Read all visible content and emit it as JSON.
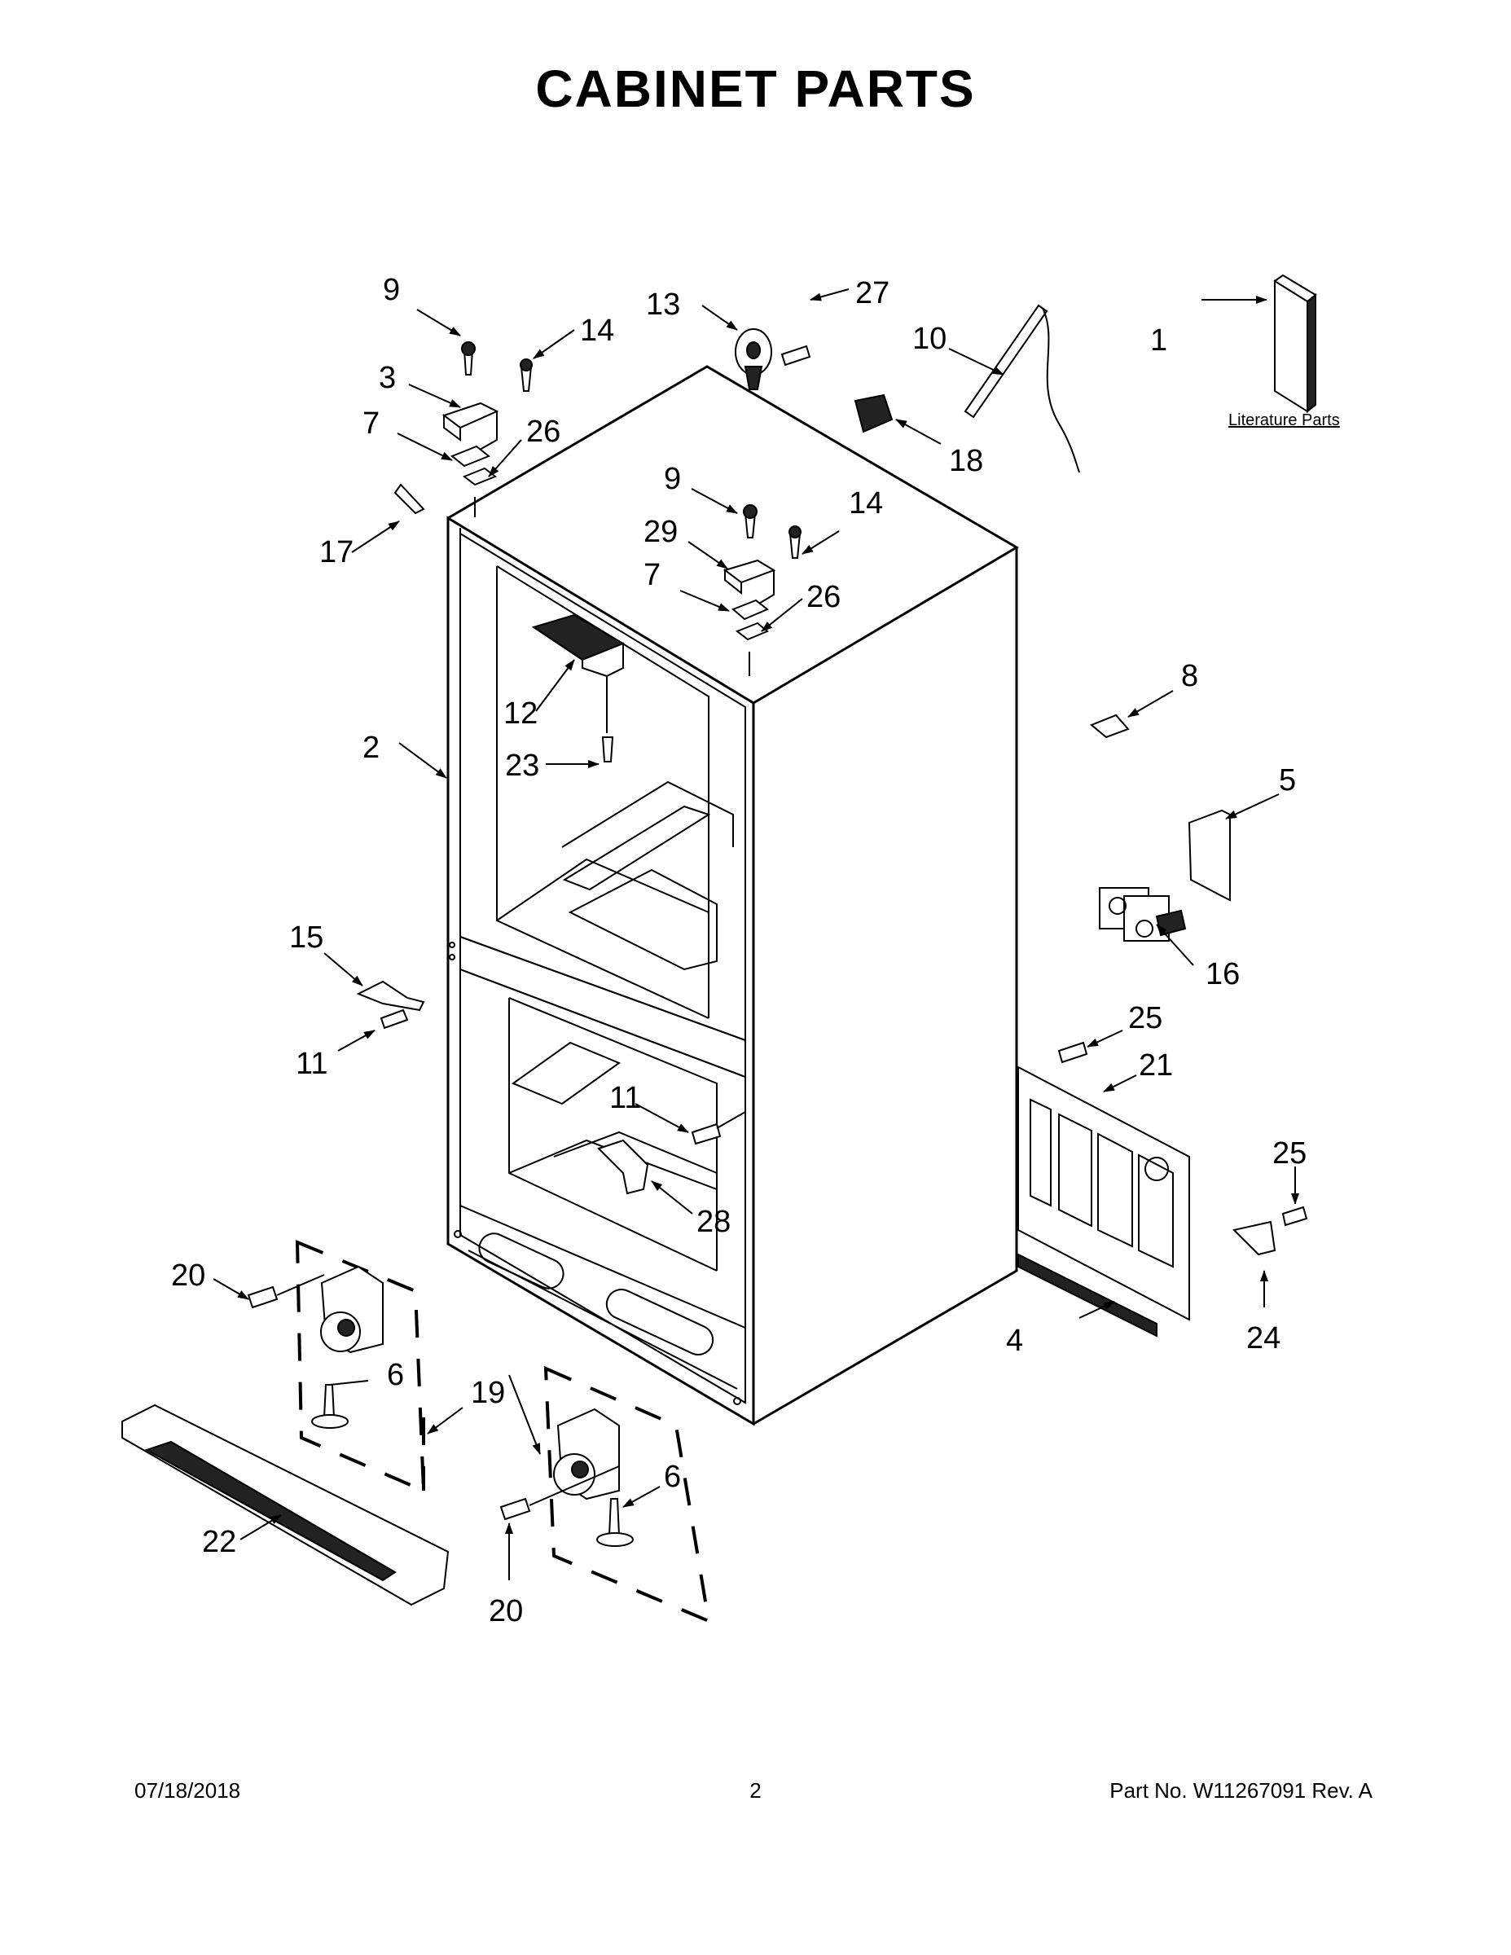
{
  "title": "CABINET PARTS",
  "literature_label": "Literature Parts",
  "callouts": [
    {
      "id": "c1",
      "label": "1"
    },
    {
      "id": "c2",
      "label": "2"
    },
    {
      "id": "c3",
      "label": "3"
    },
    {
      "id": "c4",
      "label": "4"
    },
    {
      "id": "c5",
      "label": "5"
    },
    {
      "id": "c6a",
      "label": "6"
    },
    {
      "id": "c6b",
      "label": "6"
    },
    {
      "id": "c7a",
      "label": "7"
    },
    {
      "id": "c7b",
      "label": "7"
    },
    {
      "id": "c8",
      "label": "8"
    },
    {
      "id": "c9a",
      "label": "9"
    },
    {
      "id": "c9b",
      "label": "9"
    },
    {
      "id": "c10",
      "label": "10"
    },
    {
      "id": "c11a",
      "label": "11"
    },
    {
      "id": "c11b",
      "label": "11"
    },
    {
      "id": "c12",
      "label": "12"
    },
    {
      "id": "c13",
      "label": "13"
    },
    {
      "id": "c14a",
      "label": "14"
    },
    {
      "id": "c14b",
      "label": "14"
    },
    {
      "id": "c15",
      "label": "15"
    },
    {
      "id": "c16",
      "label": "16"
    },
    {
      "id": "c17",
      "label": "17"
    },
    {
      "id": "c18",
      "label": "18"
    },
    {
      "id": "c19",
      "label": "19"
    },
    {
      "id": "c20a",
      "label": "20"
    },
    {
      "id": "c20b",
      "label": "20"
    },
    {
      "id": "c21",
      "label": "21"
    },
    {
      "id": "c22",
      "label": "22"
    },
    {
      "id": "c23",
      "label": "23"
    },
    {
      "id": "c24",
      "label": "24"
    },
    {
      "id": "c25a",
      "label": "25"
    },
    {
      "id": "c25b",
      "label": "25"
    },
    {
      "id": "c26a",
      "label": "26"
    },
    {
      "id": "c26b",
      "label": "26"
    },
    {
      "id": "c27",
      "label": "27"
    },
    {
      "id": "c28",
      "label": "28"
    },
    {
      "id": "c29",
      "label": "29"
    }
  ],
  "footer": {
    "date": "07/18/2018",
    "page": "2",
    "part": "Part No.  W11267091  Rev.  A"
  }
}
